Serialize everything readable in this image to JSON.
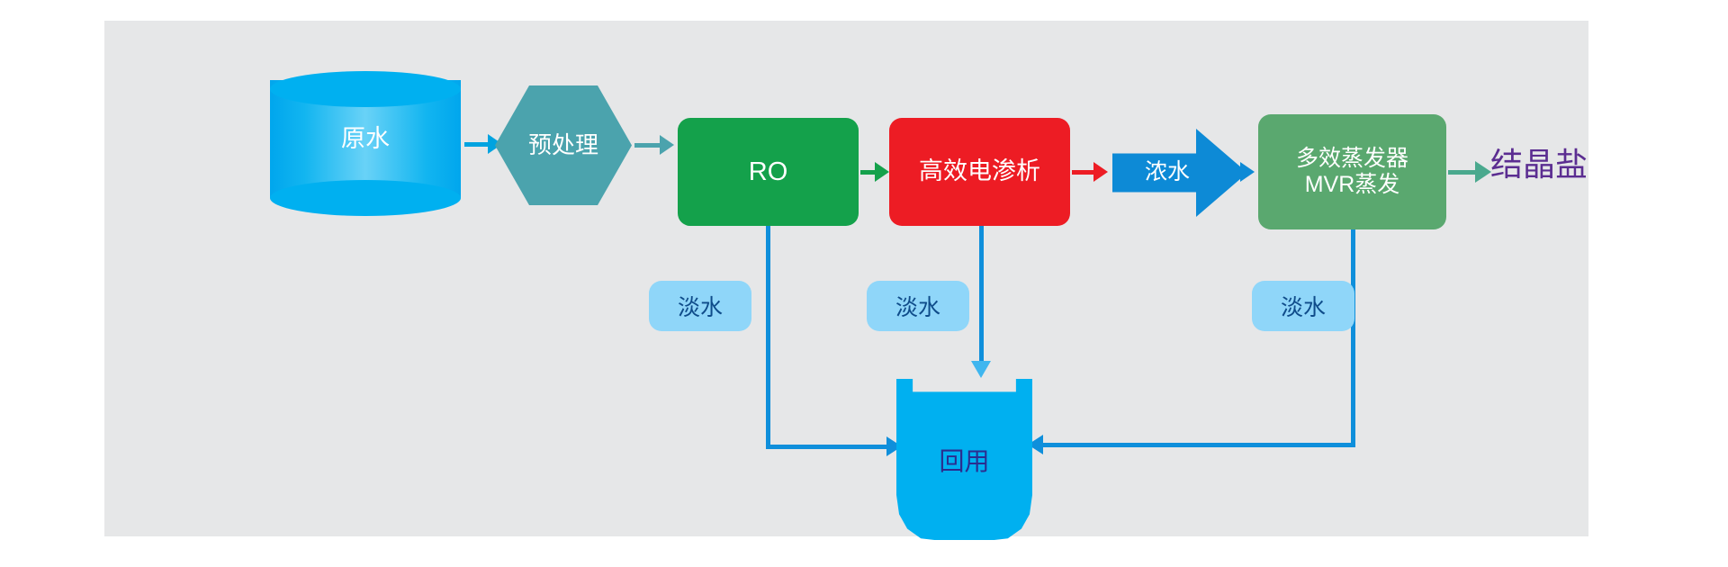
{
  "diagram": {
    "title_nodes": {
      "raw_water": "原水",
      "pretreatment": "预处理",
      "ro": "RO",
      "electrodialysis": "高效电渗析",
      "concentrate": "浓水",
      "evaporator": "多效蒸发器\nMVR蒸发",
      "crystal_salt": "结晶盐",
      "reuse": "回用",
      "fresh_water_1": "淡水",
      "fresh_water_2": "淡水",
      "fresh_water_3": "淡水"
    },
    "colors": {
      "panel_bg": "#e6e7e8",
      "page_bg": "#ffffff",
      "raw_water": "#00b0f0",
      "pretreatment": "#4ba3ad",
      "ro": "#14a14b",
      "electrodialysis": "#ed1c24",
      "concentrate": "#0d8ad6",
      "evaporator": "#5aa86f",
      "crystal_salt_text": "#5b2d91",
      "reuse_tank": "#00b0f0",
      "reuse_text": "#2b2d8f",
      "fresh_water_pill": "#8fd6f9",
      "fresh_water_text": "#0f4c8a",
      "connector_blue": "#0f8fdb",
      "salt_arrow": "#4aa98e"
    },
    "flow": [
      {
        "from": "原水",
        "to": "预处理",
        "label": ""
      },
      {
        "from": "预处理",
        "to": "RO",
        "label": ""
      },
      {
        "from": "RO",
        "to": "高效电渗析",
        "label": ""
      },
      {
        "from": "高效电渗析",
        "to": "浓水",
        "label": ""
      },
      {
        "from": "浓水",
        "to": "多效蒸发器MVR蒸发",
        "label": ""
      },
      {
        "from": "多效蒸发器MVR蒸发",
        "to": "结晶盐",
        "label": ""
      },
      {
        "from": "RO",
        "to": "回用",
        "label": "淡水"
      },
      {
        "from": "高效电渗析",
        "to": "回用",
        "label": "淡水"
      },
      {
        "from": "多效蒸发器MVR蒸发",
        "to": "回用",
        "label": "淡水"
      }
    ]
  }
}
